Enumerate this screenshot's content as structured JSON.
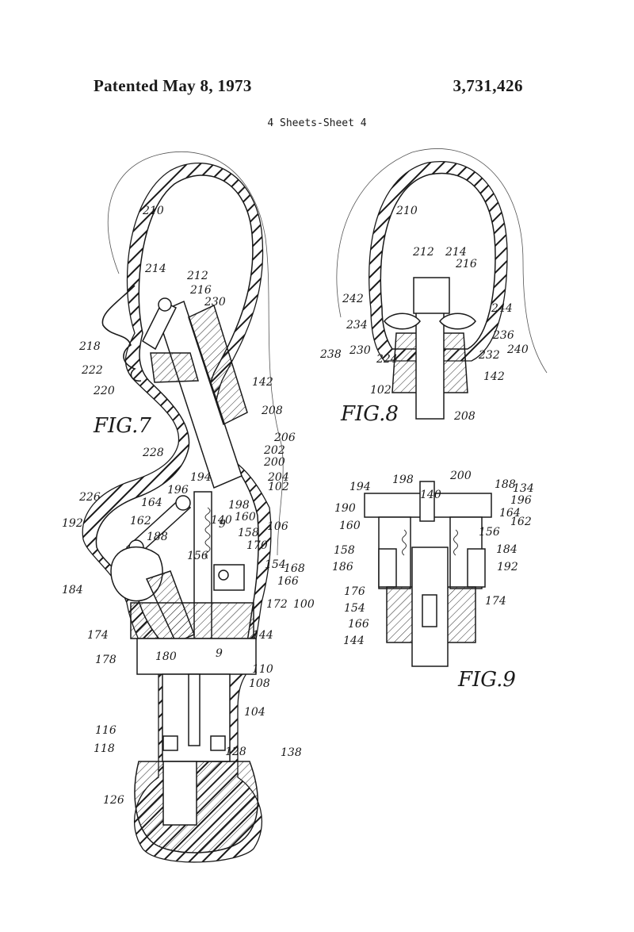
{
  "header": {
    "left": "Patented May 8, 1973",
    "right": "3,731,426",
    "sheet": "4 Sheets-Sheet 4"
  },
  "figures": {
    "fig7": "FIG.7",
    "fig8": "FIG.8",
    "fig9": "FIG.9"
  },
  "fig7_labels": [
    "210",
    "214",
    "212",
    "216",
    "230",
    "218",
    "222",
    "220",
    "142",
    "208",
    "206",
    "202",
    "200",
    "228",
    "194",
    "196",
    "198",
    "204",
    "102",
    "226",
    "164",
    "162",
    "140",
    "160",
    "106",
    "192",
    "188",
    "158",
    "156",
    "170",
    "154",
    "168",
    "166",
    "184",
    "172",
    "100",
    "174",
    "144",
    "178",
    "180",
    "110",
    "108",
    "104",
    "116",
    "118",
    "128",
    "138",
    "126"
  ],
  "fig8_labels": [
    "210",
    "212",
    "214",
    "216",
    "242",
    "244",
    "234",
    "236",
    "238",
    "230",
    "232",
    "240",
    "224",
    "142",
    "102",
    "208"
  ],
  "fig9_labels": [
    "194",
    "198",
    "200",
    "140",
    "188",
    "134",
    "196",
    "190",
    "164",
    "162",
    "160",
    "156",
    "158",
    "186",
    "184",
    "192",
    "176",
    "174",
    "154",
    "166",
    "144"
  ],
  "section_marks": [
    "9",
    "9"
  ]
}
